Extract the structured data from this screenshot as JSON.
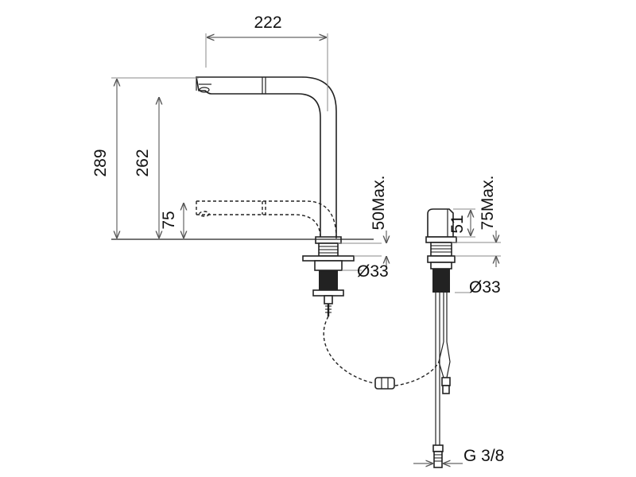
{
  "dimensions": {
    "spout_reach": "222",
    "total_height": "289",
    "outlet_height": "262",
    "pulled_outlet_height": "75",
    "deck_thickness_max_left": "50Max.",
    "bore_diameter_left": "Ø33",
    "handle_height": "51",
    "deck_thickness_max_right": "75Max.",
    "bore_diameter_right": "Ø33",
    "connection_thread": "G 3/8"
  }
}
